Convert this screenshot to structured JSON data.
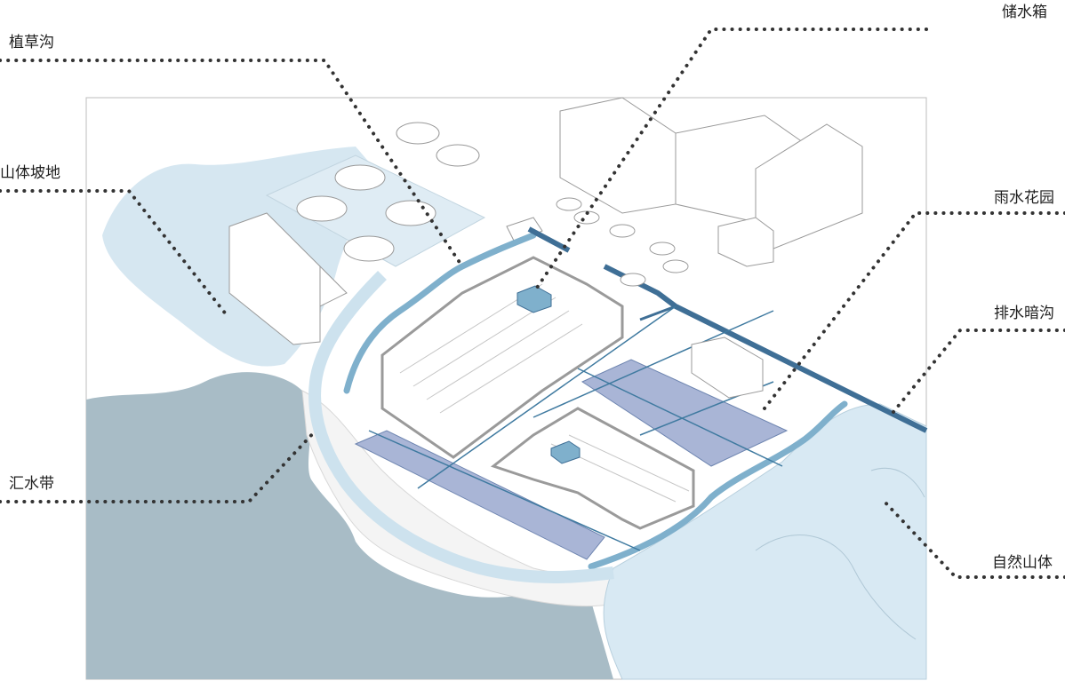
{
  "labels": {
    "zhicaogou": "植草沟",
    "chushuixiang": "储水箱",
    "shantipodi": "山体坡地",
    "yushuihuayuan": "雨水花园",
    "paishuianggou": "排水暗沟",
    "huishuidai": "汇水带",
    "ziranshanti": "自然山体"
  },
  "colors": {
    "water_dark": "#a8bcc6",
    "slope_light": "#cfe3ef",
    "mountain_light": "#d8e9f3",
    "channel_blue": "#7fb0cc",
    "drain_dark": "#3f6f96",
    "garden_fill": "#a9b5d6",
    "building_stroke": "#9a9a9a",
    "leader_dot": "#333333"
  }
}
